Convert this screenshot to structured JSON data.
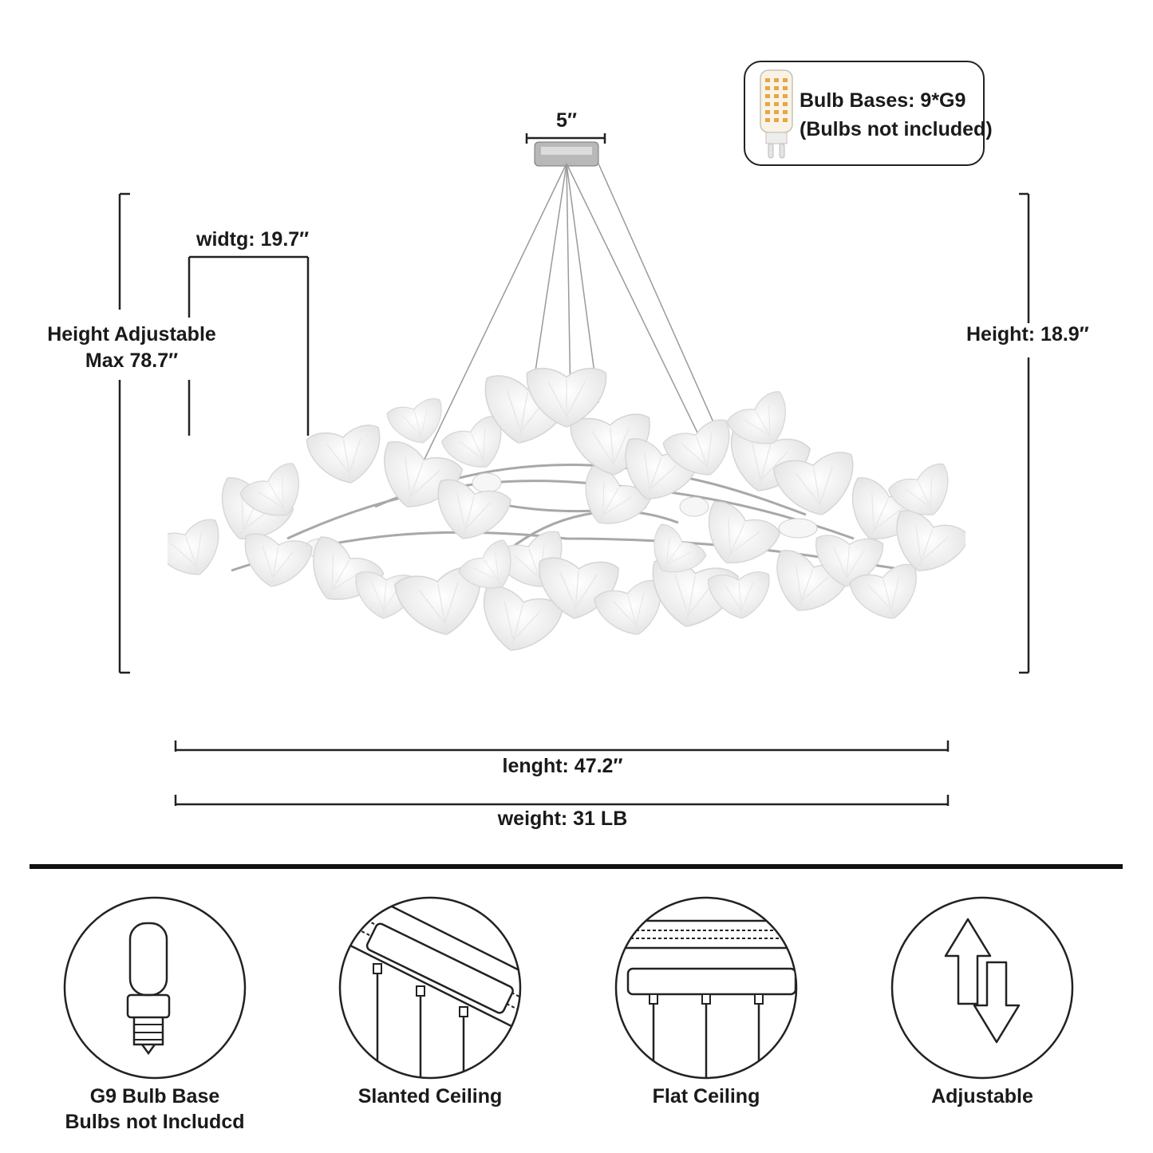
{
  "bulb_box": {
    "line1": "Bulb Bases: 9*G9",
    "line2": "(Bulbs not included)"
  },
  "dimensions": {
    "canopy": "5″",
    "width": "widtg: 19.7″",
    "adjustable_line1": "Height Adjustable",
    "adjustable_line2": "Max 78.7″",
    "height": "Height: 18.9″",
    "length": "lenght: 47.2″",
    "weight": "weight: 31 LB"
  },
  "features": [
    {
      "line1": "G9 Bulb Base",
      "line2": "Bulbs not Includcd",
      "icon": "g9-bulb-icon"
    },
    {
      "line1": "Slanted Ceiling",
      "line2": "",
      "icon": "slanted-ceiling-icon"
    },
    {
      "line1": "Flat Ceiling",
      "line2": "",
      "icon": "flat-ceiling-icon"
    },
    {
      "line1": "Adjustable",
      "line2": "",
      "icon": "adjustable-arrows-icon"
    }
  ],
  "colors": {
    "ink": "#1a1a1a",
    "leaf": "#f4f4f4",
    "chrome": "#9a9a9a"
  }
}
